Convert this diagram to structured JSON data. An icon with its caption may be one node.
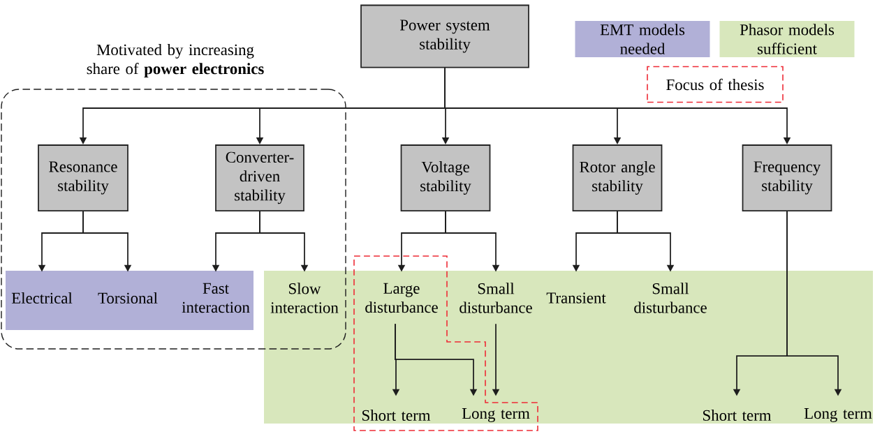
{
  "diagram": {
    "nodes": [
      {
        "text": [
          "Power system stability"
        ]
      },
      {
        "text": [
          "Motivated by increasing share of **power electronics**"
        ]
      },
      {
        "text": [
          "Resonance stability"
        ],
        "in": 1
      },
      {
        "text": [
          "Converter-driven stability"
        ],
        "in": 1
      },
      {
        "text": [
          "Voltage stability"
        ]
      },
      {
        "text": [
          "Rotor angle stability"
        ]
      },
      {
        "text": [
          "Frequency stability"
        ]
      },
      {
        "text": [
          "Electrical"
        ],
        "in": 1
      },
      {
        "text": [
          "Torsional"
        ],
        "in": 1
      },
      {
        "text": [
          "Fast interaction"
        ],
        "in": 1
      },
      {
        "text": [
          "Slow interaction"
        ],
        "in": 1
      },
      {
        "text": [
          "Large disturbance"
        ]
      },
      {
        "text": [
          "Small disturbance"
        ]
      },
      {
        "text": [
          "Transient"
        ]
      },
      {
        "text": [
          "Small disturbance"
        ]
      },
      {
        "text": [
          "Short term"
        ]
      },
      {
        "text": [
          "Long term"
        ]
      },
      {
        "text": [
          "Short term"
        ]
      },
      {
        "text": [
          "Long term"
        ]
      }
    ],
    "edges": [
      {
        "from": 0,
        "to": 2,
        "arrow": "to"
      },
      {
        "from": 0,
        "to": 3,
        "arrow": "to"
      },
      {
        "from": 0,
        "to": 4,
        "arrow": "to"
      },
      {
        "from": 0,
        "to": 5,
        "arrow": "to"
      },
      {
        "from": 0,
        "to": 6,
        "arrow": "to"
      },
      {
        "from": 2,
        "to": 7,
        "arrow": "to"
      },
      {
        "from": 2,
        "to": 8,
        "arrow": "to"
      },
      {
        "from": 3,
        "to": 9,
        "arrow": "to"
      },
      {
        "from": 3,
        "to": 10,
        "arrow": "to"
      },
      {
        "from": 4,
        "to": 11,
        "arrow": "to"
      },
      {
        "from": 4,
        "to": 12,
        "arrow": "to"
      },
      {
        "from": 5,
        "to": 13,
        "arrow": "to"
      },
      {
        "from": 5,
        "to": 14,
        "arrow": "to"
      },
      {
        "from": 11,
        "to": 15,
        "arrow": "to"
      },
      {
        "from": 11,
        "to": 16,
        "arrow": "to"
      },
      {
        "from": 12,
        "to": 16,
        "arrow": "to"
      },
      {
        "from": 6,
        "to": 17,
        "arrow": "to"
      },
      {
        "from": 6,
        "to": 18,
        "arrow": "to"
      }
    ],
    "legend": [
      {
        "text": "EMT models needed",
        "color": "#b1b0d7"
      },
      {
        "text": "Phasor models sufficient",
        "color": "#d8e7bc"
      },
      {
        "text": "Focus of thesis"
      }
    ]
  }
}
